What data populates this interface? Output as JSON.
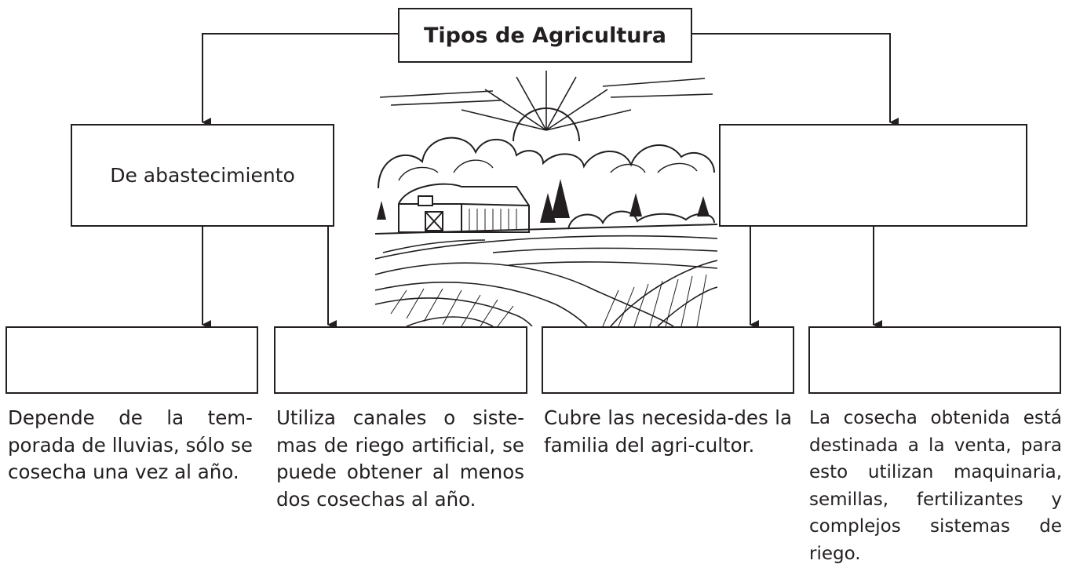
{
  "title": "Tipos de Agricultura",
  "categories": [
    {
      "label": "De abastecimiento"
    },
    {
      "label": ""
    }
  ],
  "subtypes": [
    {
      "label": "",
      "description": "Depende de la tem-porada de lluvias, sólo se cosecha una vez al año."
    },
    {
      "label": "",
      "description": "Utiliza canales o siste-mas de riego artificial, se puede obtener al menos dos cosechas al año."
    },
    {
      "label": "",
      "description": "Cubre las necesida-des la familia del agri-cultor."
    },
    {
      "label": "",
      "description": "La cosecha obtenida está destinada a la venta, para esto utilizan maquinaria, semillas, fertilizantes y complejos sistemas de riego."
    }
  ],
  "illustration": "farm-landscape-engraving"
}
